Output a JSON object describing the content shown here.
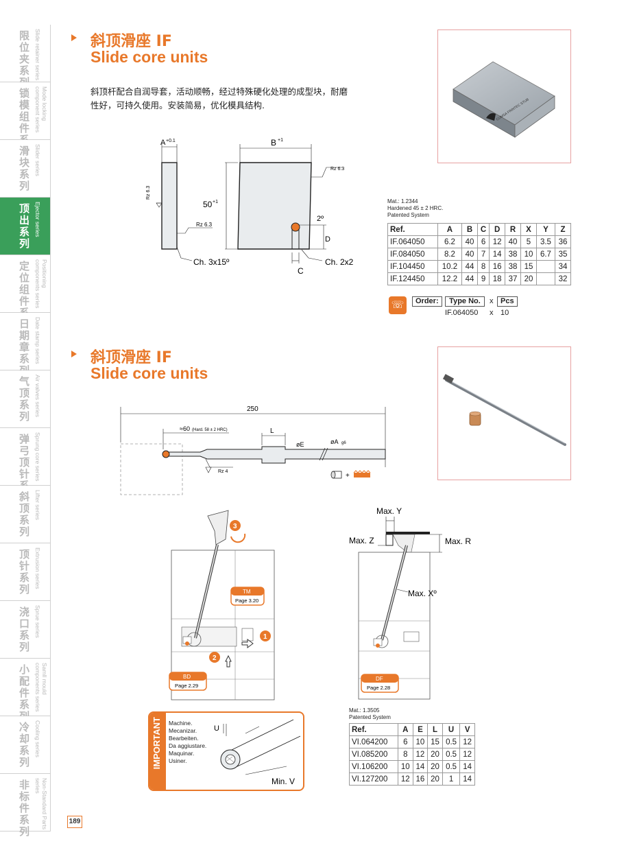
{
  "sidebar": {
    "items": [
      {
        "zh": "限位夹系列",
        "en": "Slide retainer series",
        "active": false
      },
      {
        "zh": "锁模组件系列",
        "en": "Mode locking component series",
        "active": false
      },
      {
        "zh": "滑块系列",
        "en": "Slider series",
        "active": false
      },
      {
        "zh": "顶出系列",
        "en": "Ejector series",
        "active": true
      },
      {
        "zh": "定位组件系列",
        "en": "Positioning components series",
        "active": false
      },
      {
        "zh": "日期章系列",
        "en": "Date stamp series",
        "active": false
      },
      {
        "zh": "气顶系列",
        "en": "Air valves series",
        "active": false
      },
      {
        "zh": "弹弓顶针系列",
        "en": "Sprung core series",
        "active": false
      },
      {
        "zh": "斜顶系列",
        "en": "Lifter series",
        "active": false
      },
      {
        "zh": "顶针系列",
        "en": "Extrusion series",
        "active": false
      },
      {
        "zh": "浇口系列",
        "en": "Sprue series",
        "active": false
      },
      {
        "zh": "小配件系列",
        "en": "Samll mould components series",
        "active": false
      },
      {
        "zh": "冷却系列",
        "en": "Cooling series",
        "active": false
      },
      {
        "zh": "非标件系列",
        "en": "Non-Standard Parts series",
        "active": false
      }
    ]
  },
  "page_number": "189",
  "section1": {
    "title_zh": "斜顶滑座 IF",
    "title_en": "Slide core units",
    "description": "斜顶杆配合自润导套，活动顺畅，经过特殊硬化处理的成型块，耐磨性好，可持久使用。安装简易，优化模具结构.",
    "photo_brand": "CUMSA FINNTEC STUB",
    "drawing": {
      "a_label": "A",
      "a_tol": "+0.1",
      "b_label": "B",
      "b_tol": "+1",
      "h_label": "50",
      "h_tol": "+1",
      "rz1": "Rz 6.3",
      "rz2": "Rz 6.3",
      "rz3": "Rz 6.3",
      "angle": "2º",
      "d_label": "D",
      "c_label": "C",
      "ch1": "Ch. 3x15º",
      "ch2": "Ch. 2x2"
    },
    "material": [
      "Mat.: 1.2344",
      "Hardened 45 ± 2 HRC.",
      "Patented System"
    ],
    "table": {
      "headers": [
        "Ref.",
        "A",
        "B",
        "C",
        "D",
        "R",
        "X",
        "Y",
        "Z"
      ],
      "rows": [
        [
          "IF.064050",
          "6.2",
          "40",
          "6",
          "12",
          "40",
          "5",
          "3.5",
          "36"
        ],
        [
          "IF.084050",
          "8.2",
          "40",
          "7",
          "14",
          "38",
          "10",
          "6.7",
          "35"
        ],
        [
          "IF.104450",
          "10.2",
          "44",
          "8",
          "16",
          "38",
          "15",
          "",
          "34"
        ],
        [
          "IF.124450",
          "12.2",
          "44",
          "9",
          "18",
          "37",
          "20",
          "",
          "32"
        ]
      ]
    },
    "order": {
      "label": "Order:",
      "type_label": "Type No.",
      "times": "x",
      "pcs_label": "Pcs",
      "example_type": "IF.064050",
      "example_times": "x",
      "example_qty": "10"
    }
  },
  "section2": {
    "title_zh": "斜顶滑座 IF",
    "title_en": "Slide core units",
    "rod": {
      "length": "250",
      "hard": "≈60",
      "hard_note": "(Hard. 58 ± 2 HRC)",
      "l_label": "L",
      "e_label": "øE",
      "a_label": "øA",
      "a_tol": "g6",
      "rz": "Rz 4"
    },
    "assembly_left": {
      "step1": "1",
      "step2": "2",
      "step3": "3",
      "tm_label": "TM",
      "tm_page": "Page 3.20",
      "bd_label": "BD",
      "bd_page": "Page 2.29"
    },
    "assembly_right": {
      "max_y": "Max. Y",
      "max_z": "Max. Z",
      "max_r": "Max. R",
      "max_x": "Max. Xº",
      "df_label": "DF",
      "df_page": "Page 2.28"
    },
    "important": {
      "title": "IMPORTANT",
      "lines": [
        "Machine.",
        "Mecanizar.",
        "Bearbeiten.",
        "Da aggiustare.",
        "Maquinar.",
        "Usiner."
      ],
      "u_label": "U",
      "min_v": "Min. V"
    },
    "material": [
      "Mat.: 1.3505",
      "Patented System"
    ],
    "table": {
      "headers": [
        "Ref.",
        "A",
        "E",
        "L",
        "U",
        "V"
      ],
      "rows": [
        [
          "VI.064200",
          "6",
          "10",
          "15",
          "0.5",
          "12"
        ],
        [
          "VI.085200",
          "8",
          "12",
          "20",
          "0.5",
          "12"
        ],
        [
          "VI.106200",
          "10",
          "14",
          "20",
          "0.5",
          "14"
        ],
        [
          "VI.127200",
          "12",
          "16",
          "20",
          "1",
          "14"
        ]
      ]
    }
  },
  "colors": {
    "accent": "#e8782a",
    "sidebar_active": "#3a9f5a",
    "sidebar_text": "#b9b9b9"
  }
}
